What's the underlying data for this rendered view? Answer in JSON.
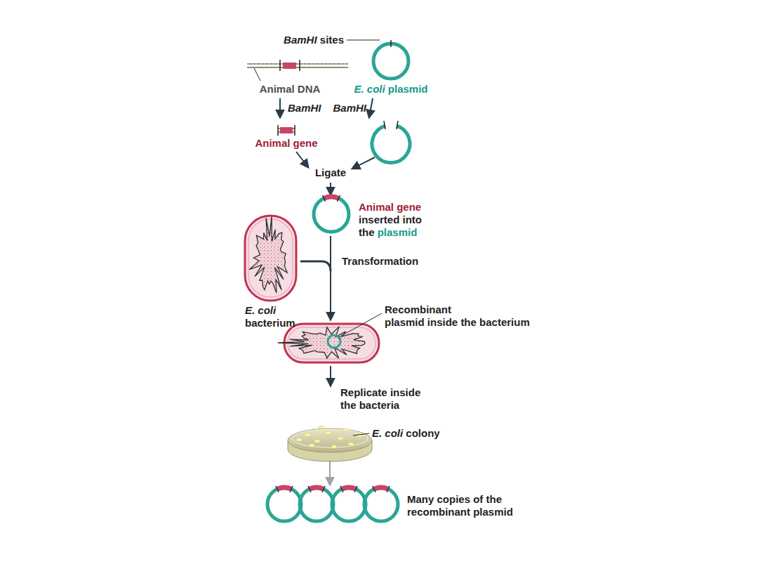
{
  "diagram": {
    "labels": [
      "BamHI sites",
      "Animal DNA",
      "E. coli plasmid",
      "BamHI",
      "BamHI",
      "Animal gene",
      "Ligate",
      "Animal gene inserted into the plasmid",
      "Transformation",
      "E. coli bacterium",
      "Recombinant plasmid inside the bacterium",
      "Replicate inside the bacteria",
      "E. coli colony",
      "Many copies of the recombinant plasmid"
    ]
  }
}
